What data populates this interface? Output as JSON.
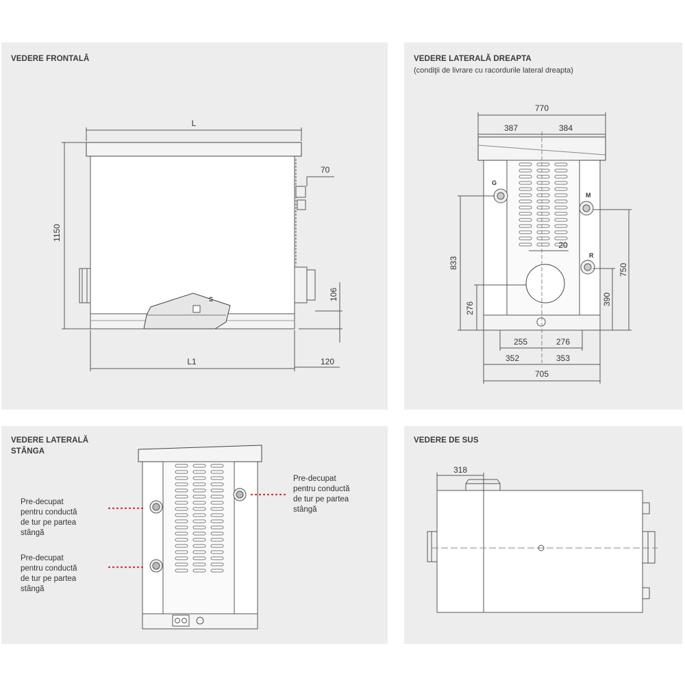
{
  "front_view": {
    "title": "VEDERE FRONTALĂ",
    "dims": {
      "length": "L",
      "length_1": "L1",
      "height": "1150",
      "d70": "70",
      "d106": "106",
      "d120": "120"
    },
    "labels": {
      "s": "S"
    }
  },
  "right_view": {
    "title": "VEDERE LATERALĂ DREAPTA",
    "subtitle": "(condiţii de livrare cu racordurile lateral dreapta)",
    "dims": {
      "total_width": "770",
      "left_half": "387",
      "right_half": "384",
      "h833": "833",
      "h276": "276",
      "d20": "20",
      "h750": "750",
      "h390": "390",
      "b255": "255",
      "b276": "276",
      "b352": "352",
      "b353": "353",
      "b705": "705"
    },
    "labels": {
      "g": "G",
      "m": "M",
      "r": "R"
    }
  },
  "left_view": {
    "title_line1": "VEDERE LATERALĂ",
    "title_line2": "STÂNGA",
    "note_right": "Pre-decupat\npentru conductă\nde tur pe partea\nstângă",
    "note_left_top": "Pre-decupat\npentru conductă\nde tur pe partea\nstângă",
    "note_left_bottom": "Pre-decupat\npentru conductă\nde tur pe partea\nstângă",
    "leader_color": "#d63a3a"
  },
  "top_view": {
    "title": "VEDERE DE SUS",
    "dims": {
      "d318": "318"
    }
  }
}
